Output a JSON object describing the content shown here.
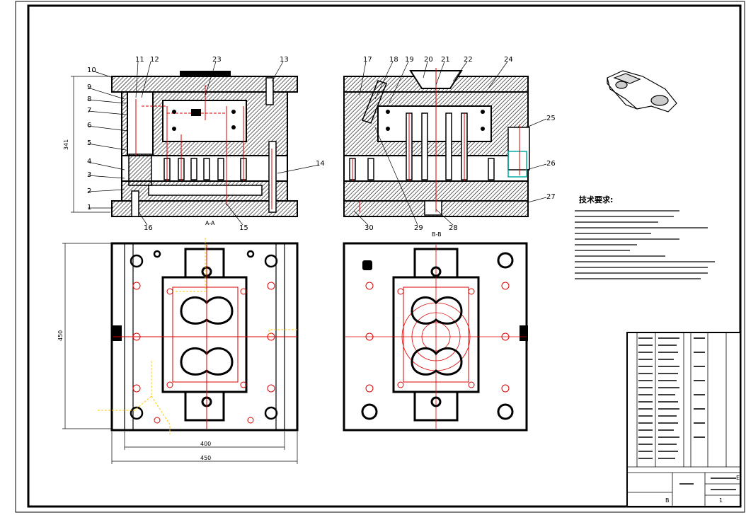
{
  "drawing": {
    "part_labels": {
      "left": [
        "1",
        "2",
        "3",
        "4",
        "5",
        "6",
        "7",
        "8",
        "9",
        "10",
        "11",
        "12",
        "23",
        "13",
        "14",
        "15",
        "16"
      ],
      "right": [
        "17",
        "18",
        "19",
        "20",
        "21",
        "22",
        "24",
        "25",
        "26",
        "27",
        "28",
        "29",
        "30"
      ]
    },
    "dimensions": {
      "height_341": "341",
      "height_450": "450",
      "width_400": "400",
      "width_450": "450"
    },
    "section_marks": {
      "a": "A-A",
      "b": "B-B"
    },
    "tech_requirements_title": "技术要求:"
  },
  "title_block": {
    "tag_b": "B",
    "tag_e": "E",
    "sheet": "1"
  }
}
